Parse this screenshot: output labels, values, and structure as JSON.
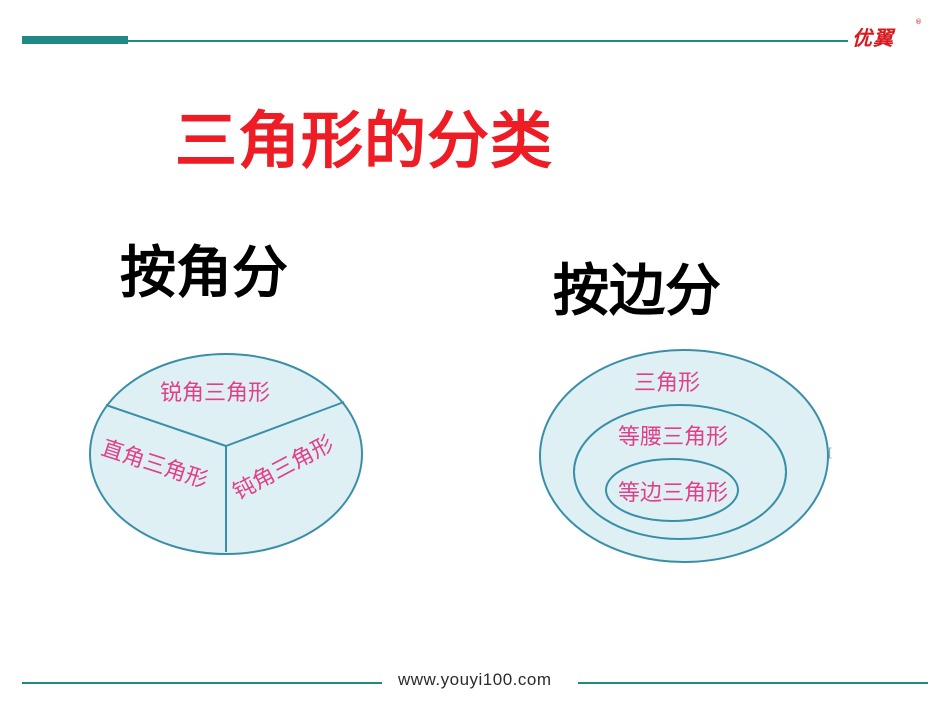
{
  "header": {
    "logo": "优翼",
    "logo_mark": "®"
  },
  "title": "三角形的分类",
  "by_angle": {
    "heading": "按角分",
    "acute": "锐角三角形",
    "right": "直角三角形",
    "obtuse": "钝角三角形"
  },
  "by_side": {
    "heading": "按边分",
    "triangle": "三角形",
    "isosceles": "等腰三角形",
    "equilateral": "等边三角形"
  },
  "stray_mark": "[",
  "footer": {
    "url": "www.youyi100.com"
  },
  "colors": {
    "accent": "#1e8a83",
    "title": "#ee1c24",
    "label": "#e0408a",
    "fill": "#dff0f4",
    "stroke": "#3a8fa8"
  }
}
